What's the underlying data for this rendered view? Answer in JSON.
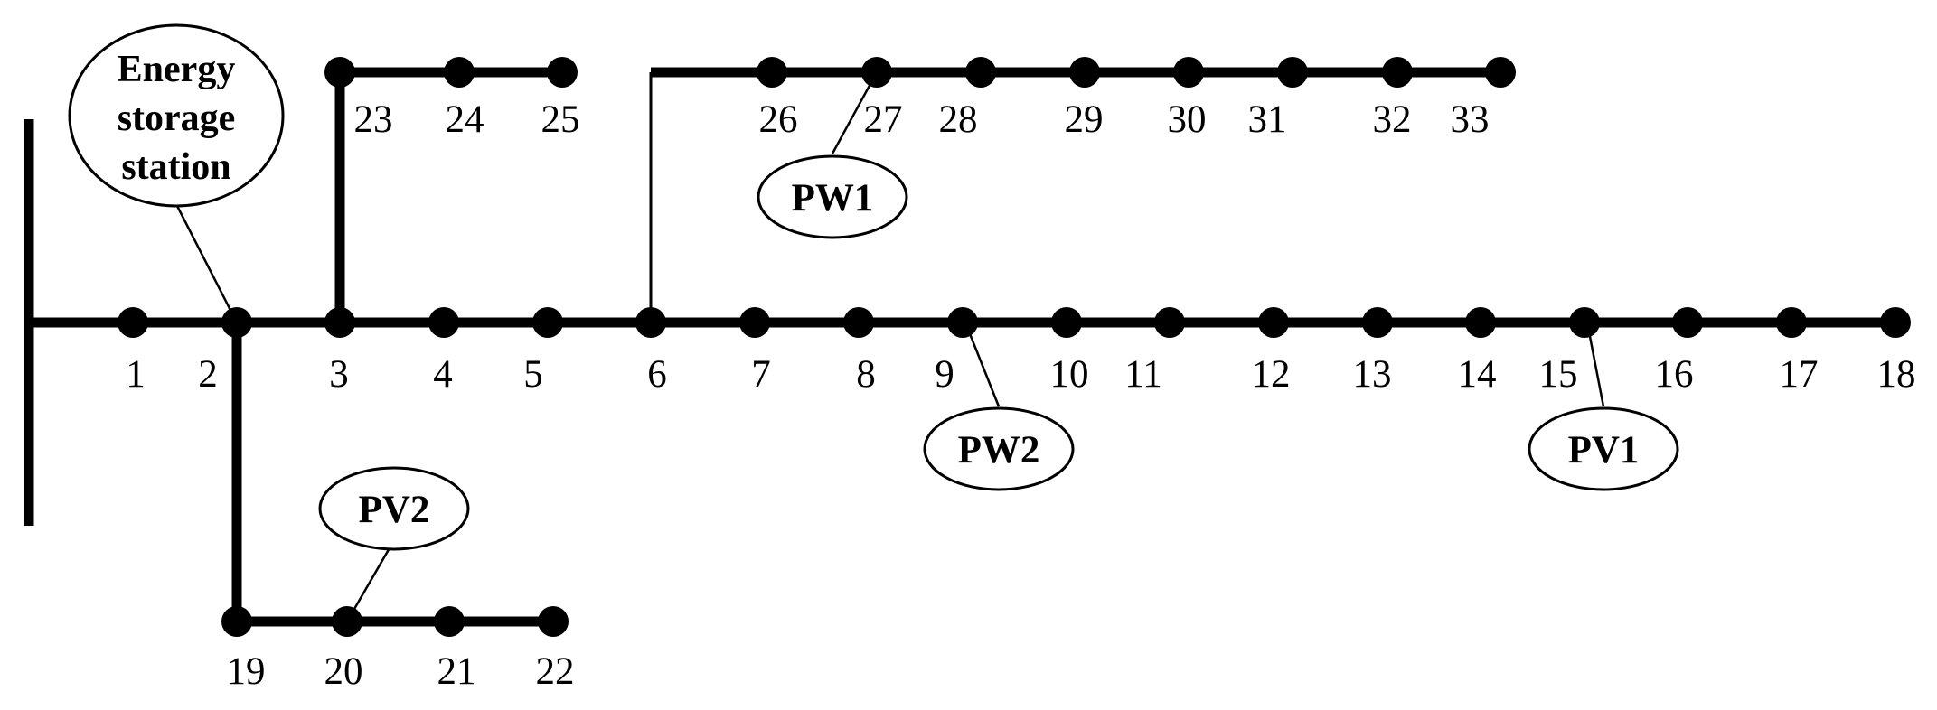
{
  "buses": [
    {
      "id": 1,
      "label": "1"
    },
    {
      "id": 2,
      "label": "2"
    },
    {
      "id": 3,
      "label": "3"
    },
    {
      "id": 4,
      "label": "4"
    },
    {
      "id": 5,
      "label": "5"
    },
    {
      "id": 6,
      "label": "6"
    },
    {
      "id": 7,
      "label": "7"
    },
    {
      "id": 8,
      "label": "8"
    },
    {
      "id": 9,
      "label": "9"
    },
    {
      "id": 10,
      "label": "10"
    },
    {
      "id": 11,
      "label": "11"
    },
    {
      "id": 12,
      "label": "12"
    },
    {
      "id": 13,
      "label": "13"
    },
    {
      "id": 14,
      "label": "14"
    },
    {
      "id": 15,
      "label": "15"
    },
    {
      "id": 16,
      "label": "16"
    },
    {
      "id": 17,
      "label": "17"
    },
    {
      "id": 18,
      "label": "18"
    },
    {
      "id": 19,
      "label": "19"
    },
    {
      "id": 20,
      "label": "20"
    },
    {
      "id": 21,
      "label": "21"
    },
    {
      "id": 22,
      "label": "22"
    },
    {
      "id": 23,
      "label": "23"
    },
    {
      "id": 24,
      "label": "24"
    },
    {
      "id": 25,
      "label": "25"
    },
    {
      "id": 26,
      "label": "26"
    },
    {
      "id": 27,
      "label": "27"
    },
    {
      "id": 28,
      "label": "28"
    },
    {
      "id": 29,
      "label": "29"
    },
    {
      "id": 30,
      "label": "30"
    },
    {
      "id": 31,
      "label": "31"
    },
    {
      "id": 32,
      "label": "32"
    },
    {
      "id": 33,
      "label": "33"
    }
  ],
  "feeders": [
    {
      "name": "main",
      "buses": [
        1,
        2,
        3,
        4,
        5,
        6,
        7,
        8,
        9,
        10,
        11,
        12,
        13,
        14,
        15,
        16,
        17,
        18
      ]
    },
    {
      "name": "lateral-2",
      "buses": [
        2,
        19,
        20,
        21,
        22
      ]
    },
    {
      "name": "lateral-3",
      "buses": [
        3,
        23,
        24,
        25
      ]
    },
    {
      "name": "lateral-6",
      "buses": [
        6,
        26,
        27,
        28,
        29,
        30,
        31,
        32,
        33
      ]
    }
  ],
  "attachments": {
    "energy_storage": {
      "bus": 2,
      "lines": [
        "Energy",
        "storage",
        "station"
      ]
    },
    "pw1": {
      "bus": 27,
      "label": "PW1"
    },
    "pw2": {
      "bus": 9,
      "label": "PW2"
    },
    "pv1": {
      "bus": 15,
      "label": "PV1"
    },
    "pv2": {
      "bus": 20,
      "label": "PV2"
    }
  },
  "colors": {
    "line": "#000000",
    "background": "#ffffff"
  }
}
